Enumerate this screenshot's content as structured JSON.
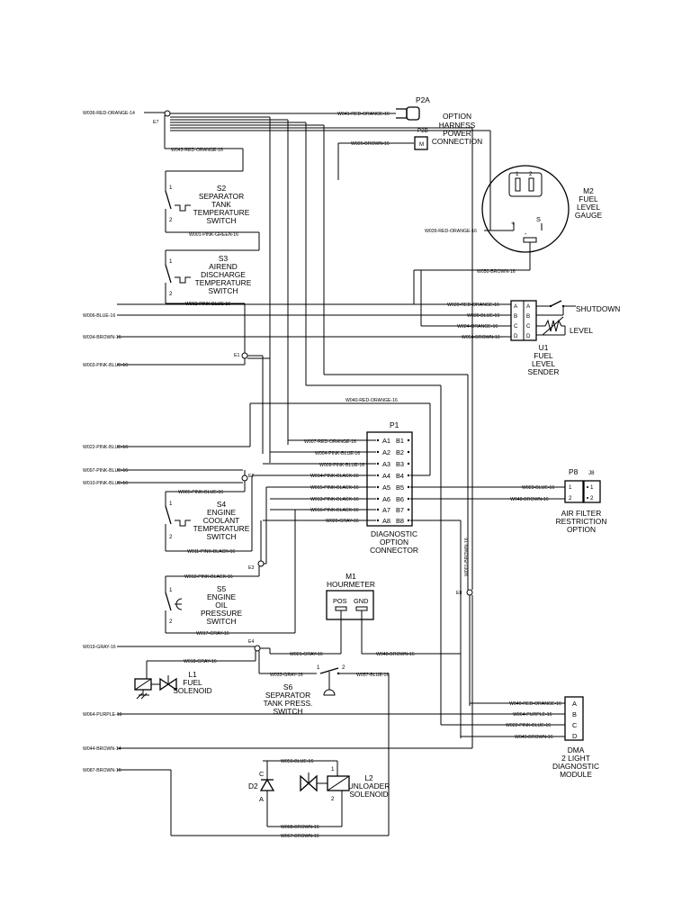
{
  "wire_labels": {
    "w036_main": "W036-RED-ORANGE-14",
    "w041": "W041-RED-ORANGE-16",
    "w026": "W026-BROWN-16",
    "w043": "W043-RED-ORANGE-16",
    "w001": "W001-PINK-GREEN-16",
    "w002": "W002-PINK-BLUE-16",
    "w039_gauge": "W039-RED-ORANGE-16",
    "w050": "W050-BROWN-16",
    "w039_sender": "W039-RED-ORANGE-16",
    "w006_left": "W006-BLUE-16",
    "w030": "W030-BLUE-16",
    "w034_left": "W034-BROWN-16",
    "w024": "W024-ORANGE-16",
    "w054": "W054-BROWN-16",
    "w003": "W003-PINK-BLUE-16",
    "w040_top": "W040-RED-ORANGE-16",
    "w022_left": "W022-PINK-BLUE-16",
    "w007": "W007-RED-ORANGE-16",
    "w004": "W004-PINK-BLUE-16",
    "w009": "W009-PINK-BLUE-16",
    "w097": "W097-PINK-BLUE-16",
    "w010": "W010-PINK-BLUE-16",
    "w014": "W014-PINK-BLACK-16",
    "w005": "W005-PINK-BLUE-16",
    "w015": "W015-PINK-BLACK-16",
    "w013": "W013-PINK-BLACK-16",
    "w016": "W016-PINK-BLACK-16",
    "w020": "W020-GRAY-16",
    "w011": "W011-PINK-BLACK-16",
    "w012": "W012-PINK-BLACK-16",
    "w017": "W017-GRAY-16",
    "w019": "W019-GRAY-16",
    "w018": "W018-GRAY-16",
    "w021": "W021-GRAY-16",
    "w048_hour": "W048-BROWN-16",
    "w023_p8": "W023-BLUE-16",
    "w048_p8": "W048-BROWN-16",
    "w001_vert": "W001-BROWN-16",
    "w033": "W033-GRAY-16",
    "w057": "W057-BLUE-16",
    "w064": "W064-PURPLE-16",
    "w040_dma": "W040-RED-ORANGE-16",
    "w064_dma": "W064-PURPLE-16",
    "w022_dma": "W022-PINK-BLUE-16",
    "w049_dma": "W049-BROWN-16",
    "w044": "W044-BROWN-14",
    "w087": "W087-BROWN-16",
    "w056": "W056-BLUE-16",
    "w008": "W008-BROWN-16",
    "w067": "W067-BROWN-16"
  },
  "components": {
    "p2a": "P2A",
    "p2b": "P2B",
    "p2b_pin": "M",
    "option_harness": [
      "OPTION",
      "HARNESS",
      "POWER",
      "CONNECTION"
    ],
    "s2": [
      "S2",
      "SEPARATOR",
      "TANK",
      "TEMPERATURE",
      "SWITCH"
    ],
    "s3": [
      "S3",
      "AIREND",
      "DISCHARGE",
      "TEMPERATURE",
      "SWITCH"
    ],
    "m2": [
      "M2",
      "FUEL",
      "LEVEL",
      "GAUGE"
    ],
    "m2_pins": [
      "1",
      "2"
    ],
    "m2_plus": "+",
    "m2_s": "S",
    "m2_minus": "-",
    "u1": [
      "U1",
      "FUEL",
      "LEVEL",
      "SENDER"
    ],
    "u1_pins": [
      "A",
      "B",
      "C",
      "D"
    ],
    "shutdown": "SHUTDOWN",
    "level": "LEVEL",
    "p1": "P1",
    "p1_left_pins": [
      "A1",
      "A2",
      "A3",
      "A4",
      "A5",
      "A6",
      "A7",
      "A8"
    ],
    "p1_right_pins": [
      "B1",
      "B2",
      "B3",
      "B4",
      "B5",
      "B6",
      "B7",
      "B8"
    ],
    "p1_caption": [
      "DIAGNOSTIC",
      "OPTION",
      "CONNECTOR"
    ],
    "p8": "P8",
    "p8_j": "J8",
    "p8_pins": [
      "1",
      "2"
    ],
    "p8_caption": [
      "AIR FILTER",
      "RESTRICTION",
      "OPTION"
    ],
    "s4": [
      "S4",
      "ENGINE",
      "COOLANT",
      "TEMPERATURE",
      "SWITCH"
    ],
    "s5": [
      "S5",
      "ENGINE",
      "OIL",
      "PRESSURE",
      "SWITCH"
    ],
    "m1": [
      "M1",
      "HOURMETER"
    ],
    "m1_pos": "POS",
    "m1_gnd": "GND",
    "l1": [
      "L1",
      "FUEL",
      "SOLENOID"
    ],
    "s6": [
      "S6",
      "SEPARATOR",
      "TANK PRESS.",
      "SWITCH"
    ],
    "s6_pins": [
      "1",
      "2"
    ],
    "dma_pins": [
      "A",
      "B",
      "C",
      "D"
    ],
    "dma": [
      "DMA",
      "2 LIGHT",
      "DIAGNOSTIC",
      "MODULE"
    ],
    "d2": "D2",
    "d2_c": "C",
    "d2_a": "A",
    "l2": [
      "L2",
      "UNLOADER",
      "SOLENOID"
    ],
    "switch_pins": [
      "1",
      "2"
    ]
  },
  "splices": {
    "e7": "E7",
    "e1": "E1",
    "e2": "E2",
    "e3": "E3",
    "e4": "E4",
    "e8": "E8"
  }
}
